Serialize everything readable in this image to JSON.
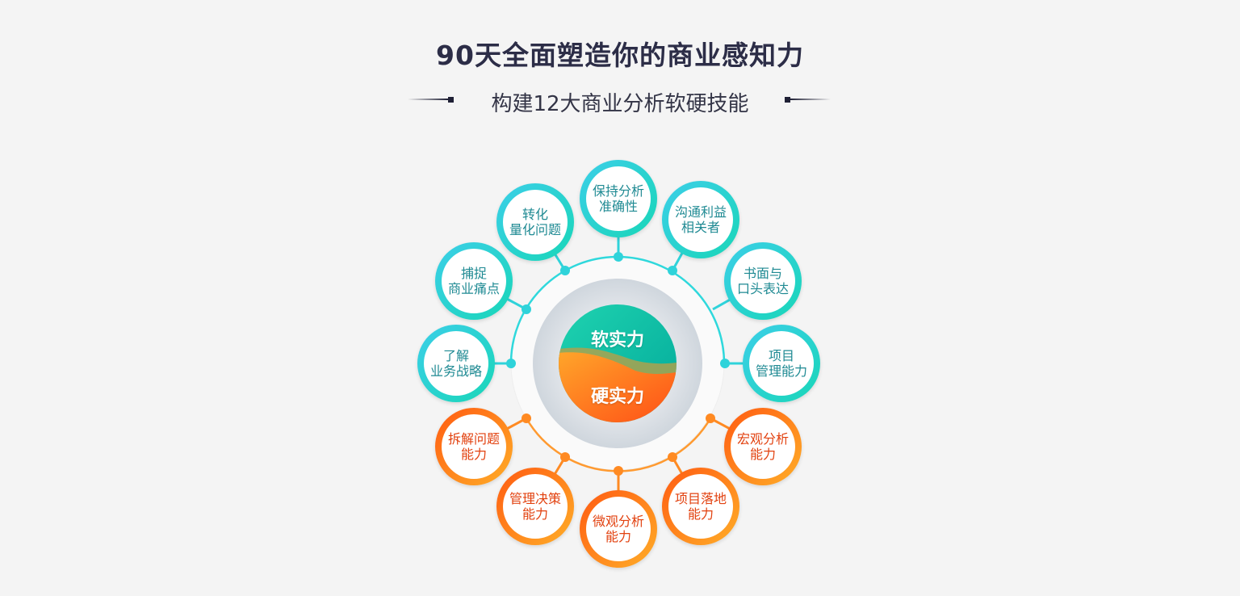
{
  "title": "90天全面塑造你的商业感知力",
  "subtitle": "构建12大商业分析软硬技能",
  "center": {
    "soft": "软实力",
    "hard": "硬实力"
  },
  "colors": {
    "teal": "#1fd1c0",
    "orange": "#ff7a1a"
  },
  "soft_skills": [
    {
      "l1": "了解",
      "l2": "业务战略"
    },
    {
      "l1": "捕捉",
      "l2": "商业痛点"
    },
    {
      "l1": "转化",
      "l2": "量化问题"
    },
    {
      "l1": "保持分析",
      "l2": "准确性"
    },
    {
      "l1": "沟通利益",
      "l2": "相关者"
    },
    {
      "l1": "书面与",
      "l2": "口头表达"
    },
    {
      "l1": "项目",
      "l2": "管理能力"
    }
  ],
  "hard_skills": [
    {
      "l1": "拆解问题",
      "l2": "能力"
    },
    {
      "l1": "管理决策",
      "l2": "能力"
    },
    {
      "l1": "微观分析",
      "l2": "能力"
    },
    {
      "l1": "项目落地",
      "l2": "能力"
    },
    {
      "l1": "宏观分析",
      "l2": "能力"
    }
  ]
}
